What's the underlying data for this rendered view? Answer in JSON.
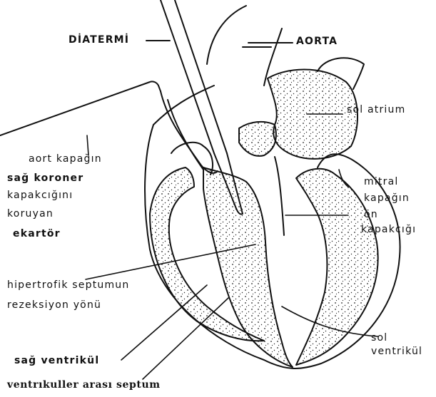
{
  "labels": {
    "diatermi": "DİATERMİ",
    "aorta": "AORTA",
    "sol_atrium": "sol atrium",
    "aort_kapagin": "aort kapağın",
    "sag_koroner": "sağ koroner",
    "kapakcigini": "kapakcığını",
    "koruyan": "koruyan",
    "ekartor": "ekartör",
    "mitral": "mitral",
    "kapagin": "kapağın",
    "on": "ön",
    "kapakcigi": "kapakcığı",
    "hipertrofik": "hipertrofik septumun",
    "rezeksiyon": "rezeksiyon yönü",
    "sol": "sol",
    "sol_ventrikul": "ventrikül",
    "sag_ventrikul": "sağ ventrikül",
    "ventrikuller": "ventrıkuller arası septum"
  },
  "colors": {
    "ink": "#111111",
    "paper": "#ffffff"
  }
}
